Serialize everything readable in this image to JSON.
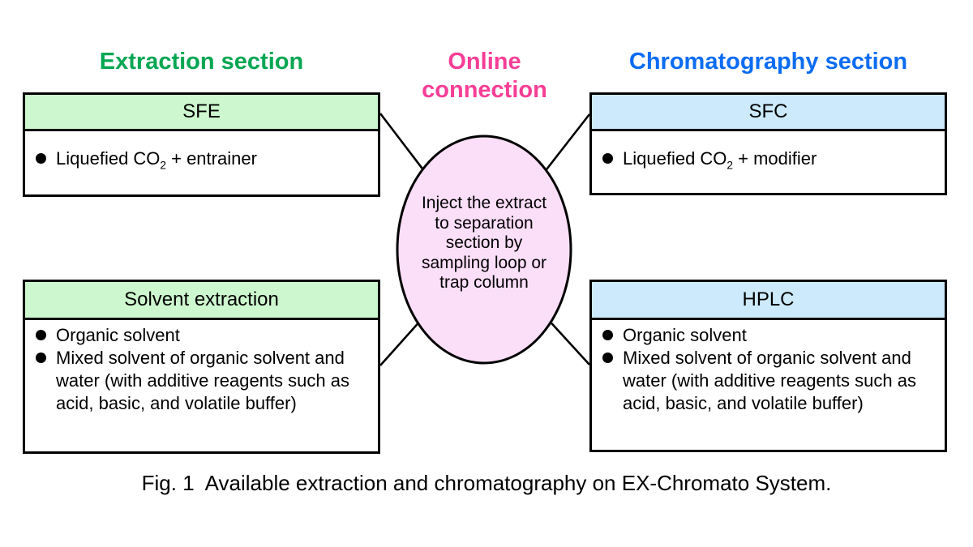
{
  "headings": {
    "extraction": {
      "label": "Extraction section"
    },
    "online": {
      "line1": "Online",
      "line2": "connection"
    },
    "chromatography": {
      "label": "Chromatography section"
    }
  },
  "boxes": {
    "sfe": {
      "title": "SFE",
      "item": {
        "pre": "Liquefied CO",
        "sub": "2",
        "post": " + entrainer"
      }
    },
    "sfc": {
      "title": "SFC",
      "item": {
        "pre": "Liquefied CO",
        "sub": "2",
        "post": " + modifier"
      }
    },
    "solvent_extraction": {
      "title": "Solvent extraction",
      "bullets": [
        "Organic solvent",
        "Mixed solvent of organic solvent and water (with additive reagents such as acid, basic, and volatile buffer)"
      ]
    },
    "hplc": {
      "title": "HPLC",
      "bullets": [
        "Organic solvent",
        "Mixed solvent of organic solvent and water (with additive reagents such as acid, basic, and volatile buffer)"
      ]
    }
  },
  "ellipse": {
    "lines": [
      "Inject the extract",
      "to separation",
      "section by",
      "sampling loop or",
      "trap column"
    ]
  },
  "caption": {
    "fig_label": "Fig. 1",
    "text": "Available extraction and chromatography on EX-Chromato System."
  },
  "colors": {
    "extraction_heading": "#00A651",
    "online_heading": "#F73E96",
    "chromatography_heading": "#0B6CF3",
    "green_header_fill": "#CDF7CE",
    "blue_header_fill": "#CCEAFB",
    "ellipse_fill": "#FBDEF8",
    "line_color": "#000000"
  },
  "icons": {
    "bullet": "filled-circle"
  }
}
